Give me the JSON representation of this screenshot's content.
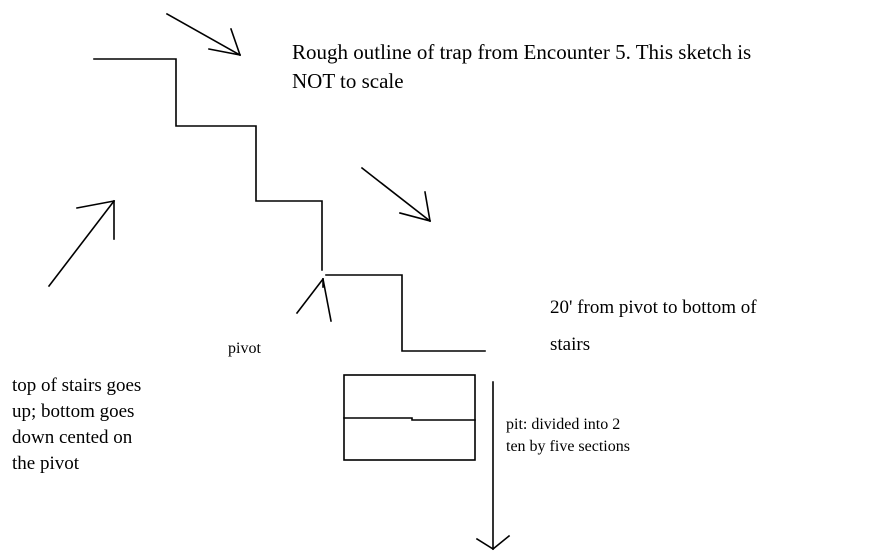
{
  "caption": {
    "line1": "Rough outline of trap from Encounter 5.  This sketch is",
    "line2": "NOT to scale"
  },
  "pivot_label": "pivot",
  "distance_note": {
    "line1": "20' from pivot to bottom of",
    "line2": "stairs"
  },
  "stairs_note": {
    "line1": "top of stairs goes",
    "line2": "up; bottom goes",
    "line3": "down cented on",
    "line4": "the pivot"
  },
  "pit_note": {
    "line1": "pit: divided into 2",
    "line2": "ten by five sections"
  }
}
